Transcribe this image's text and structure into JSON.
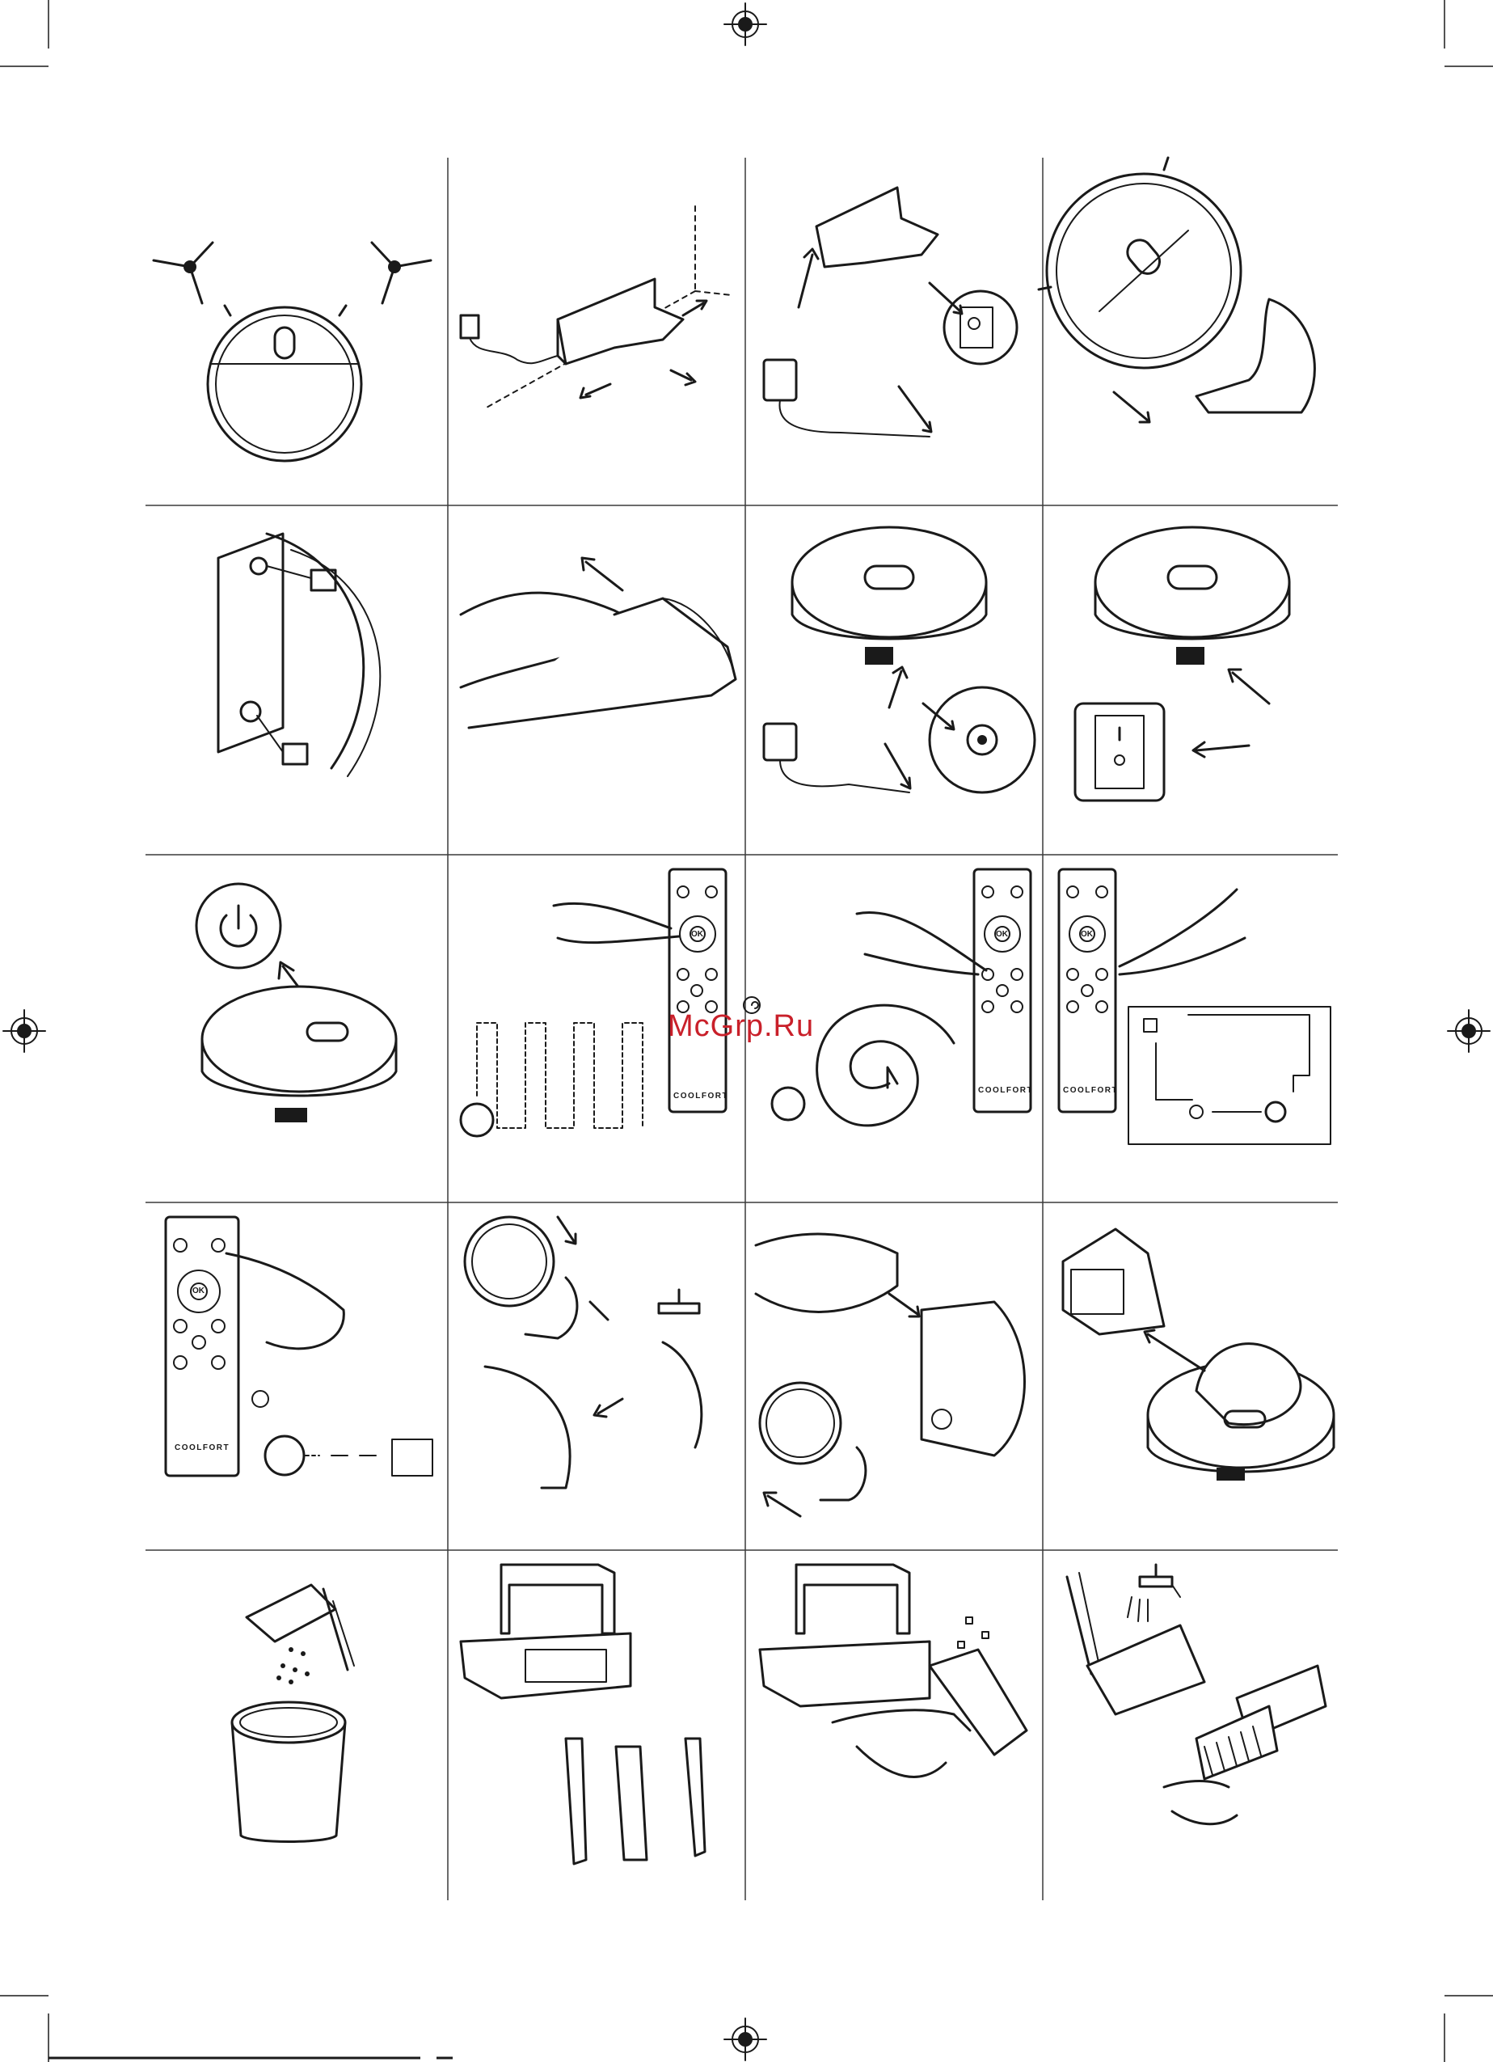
{
  "watermark": "McGrp.Ru",
  "remote": {
    "brand": "COOLFORT",
    "ok_label": "OK"
  },
  "colors": {
    "line": "#1a1a1a",
    "watermark": "#c9202a",
    "background": "#ffffff"
  },
  "icons": [
    "registration-mark-icon",
    "power-icon",
    "spiral-icon",
    "home-icon"
  ]
}
